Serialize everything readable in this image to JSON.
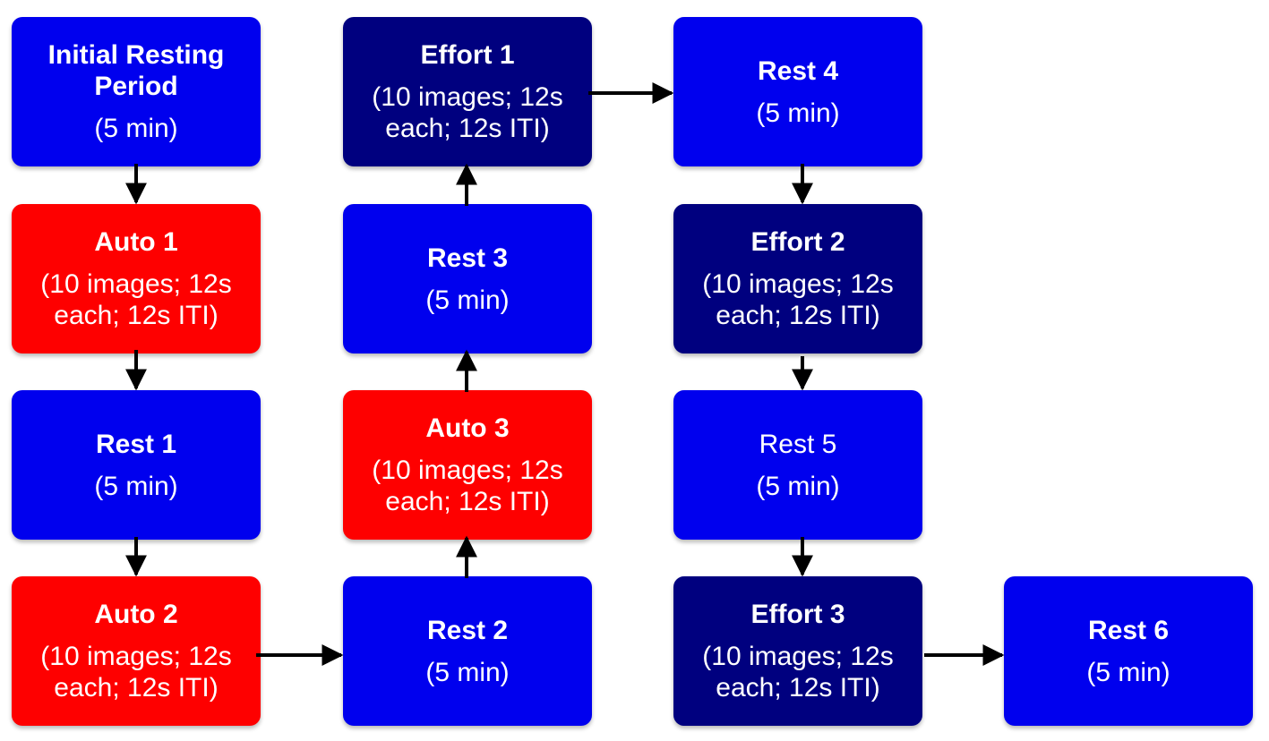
{
  "nodes": [
    {
      "id": "initial-rest",
      "title": "Initial Resting Period",
      "detail": "(5 min)",
      "color": "#0000ee",
      "bold": true
    },
    {
      "id": "auto-1",
      "title": "Auto 1",
      "detail": "(10 images; 12s each; 12s ITI)",
      "color": "#fe0000",
      "bold": true
    },
    {
      "id": "rest-1",
      "title": "Rest 1",
      "detail": "(5 min)",
      "color": "#0000ee",
      "bold": true
    },
    {
      "id": "auto-2",
      "title": "Auto 2",
      "detail": "(10 images; 12s each; 12s ITI)",
      "color": "#fe0000",
      "bold": true
    },
    {
      "id": "effort-1",
      "title": "Effort 1",
      "detail": "(10 images; 12s each; 12s ITI)",
      "color": "#00007f",
      "bold": true
    },
    {
      "id": "rest-3",
      "title": "Rest 3",
      "detail": "(5 min)",
      "color": "#0000ee",
      "bold": true
    },
    {
      "id": "auto-3",
      "title": "Auto 3",
      "detail": "(10 images; 12s each; 12s ITI)",
      "color": "#fe0000",
      "bold": true
    },
    {
      "id": "rest-2",
      "title": "Rest 2",
      "detail": "(5 min)",
      "color": "#0000ee",
      "bold": true
    },
    {
      "id": "rest-4",
      "title": "Rest 4",
      "detail": "(5 min)",
      "color": "#0000ee",
      "bold": true
    },
    {
      "id": "effort-2",
      "title": "Effort 2",
      "detail": "(10 images; 12s each; 12s ITI)",
      "color": "#00007f",
      "bold": true
    },
    {
      "id": "rest-5",
      "title": "Rest 5",
      "detail": "(5 min)",
      "color": "#0000ee",
      "bold": false
    },
    {
      "id": "effort-3",
      "title": "Effort 3",
      "detail": "(10 images; 12s each; 12s ITI)",
      "color": "#00007f",
      "bold": true
    },
    {
      "id": "rest-6",
      "title": "Rest 6",
      "detail": "(5 min)",
      "color": "#0000ee",
      "bold": true
    }
  ],
  "edges": [
    {
      "from": "initial-rest",
      "to": "auto-1"
    },
    {
      "from": "auto-1",
      "to": "rest-1"
    },
    {
      "from": "rest-1",
      "to": "auto-2"
    },
    {
      "from": "auto-2",
      "to": "rest-2"
    },
    {
      "from": "rest-2",
      "to": "auto-3"
    },
    {
      "from": "auto-3",
      "to": "rest-3"
    },
    {
      "from": "rest-3",
      "to": "effort-1"
    },
    {
      "from": "effort-1",
      "to": "rest-4"
    },
    {
      "from": "rest-4",
      "to": "effort-2"
    },
    {
      "from": "effort-2",
      "to": "rest-5"
    },
    {
      "from": "rest-5",
      "to": "effort-3"
    },
    {
      "from": "effort-3",
      "to": "rest-6"
    }
  ],
  "colors": {
    "rest": "#0000ee",
    "auto": "#fe0000",
    "effort": "#00007f",
    "arrow": "#000000"
  }
}
